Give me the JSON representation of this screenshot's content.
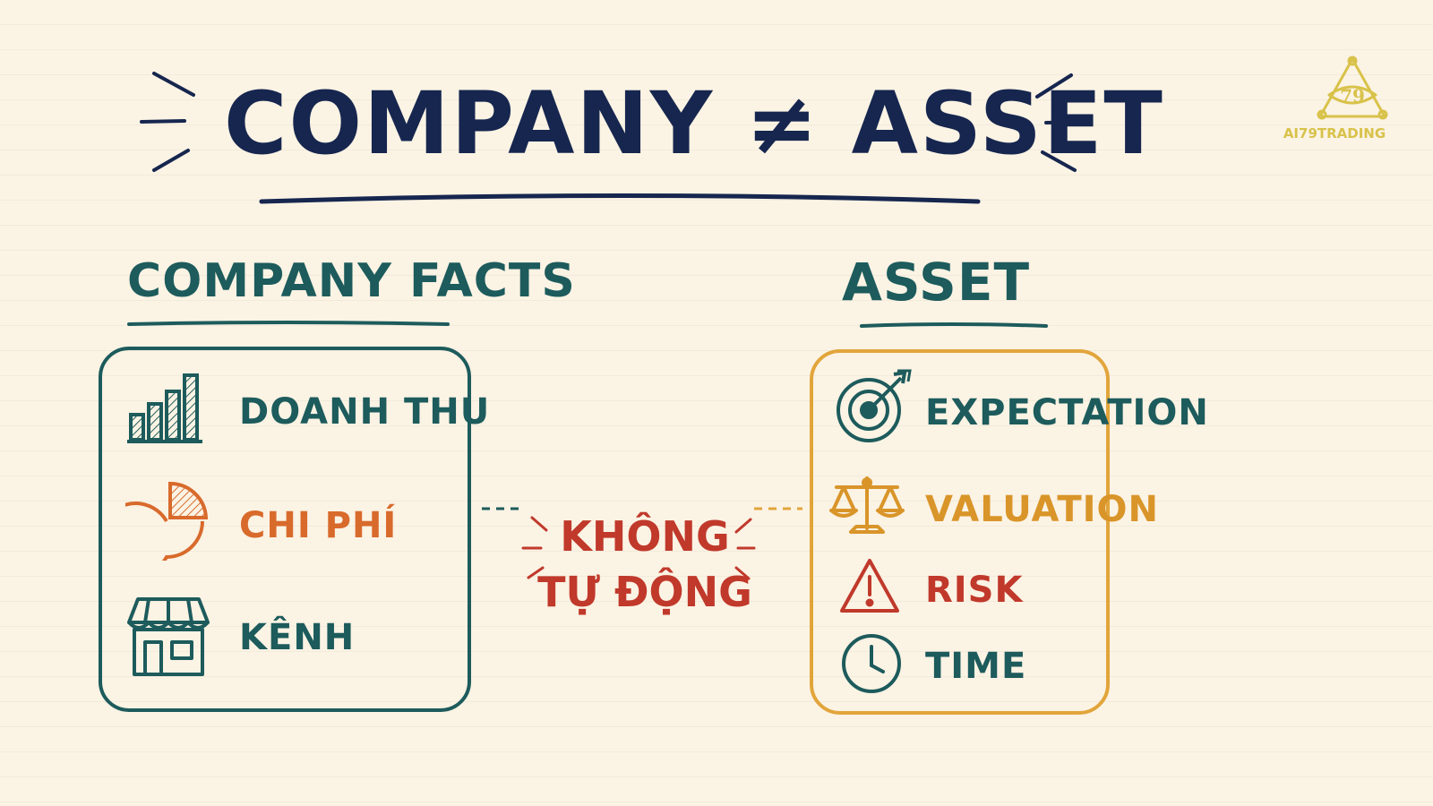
{
  "title": "COMPANY ≠ ASSET",
  "left_panel": {
    "heading": "COMPANY FACTS",
    "items": [
      {
        "label": "DOANH THU",
        "icon": "bar-chart-icon",
        "color": "#1d5b5c"
      },
      {
        "label": "CHI PHÍ",
        "icon": "pie-chart-icon",
        "color": "#d86a2c"
      },
      {
        "label": "KÊNH",
        "icon": "storefront-icon",
        "color": "#1d5b5c"
      }
    ],
    "border_color": "#1d5b5c"
  },
  "right_panel": {
    "heading": "ASSET",
    "items": [
      {
        "label": "EXPECTATION",
        "icon": "target-icon",
        "color": "#1d5b5c"
      },
      {
        "label": "VALUATION",
        "icon": "scale-icon",
        "color": "#d99529"
      },
      {
        "label": "RISK",
        "icon": "warning-icon",
        "color": "#c0392b"
      },
      {
        "label": "TIME",
        "icon": "clock-icon",
        "color": "#1d5b5c"
      }
    ],
    "border_color": "#e2a53b"
  },
  "connector": {
    "line1": "KHÔNG",
    "line2": "TỰ ĐỘNG",
    "color": "#c0392b"
  },
  "logo": {
    "text": "AI79TRADING",
    "mark": "79",
    "color": "#d8c24a"
  },
  "colors": {
    "title": "#16264f",
    "teal": "#1d5b5c",
    "orange": "#d86a2c",
    "amber": "#d99529",
    "red": "#c0392b",
    "background": "#fbf3e4"
  }
}
